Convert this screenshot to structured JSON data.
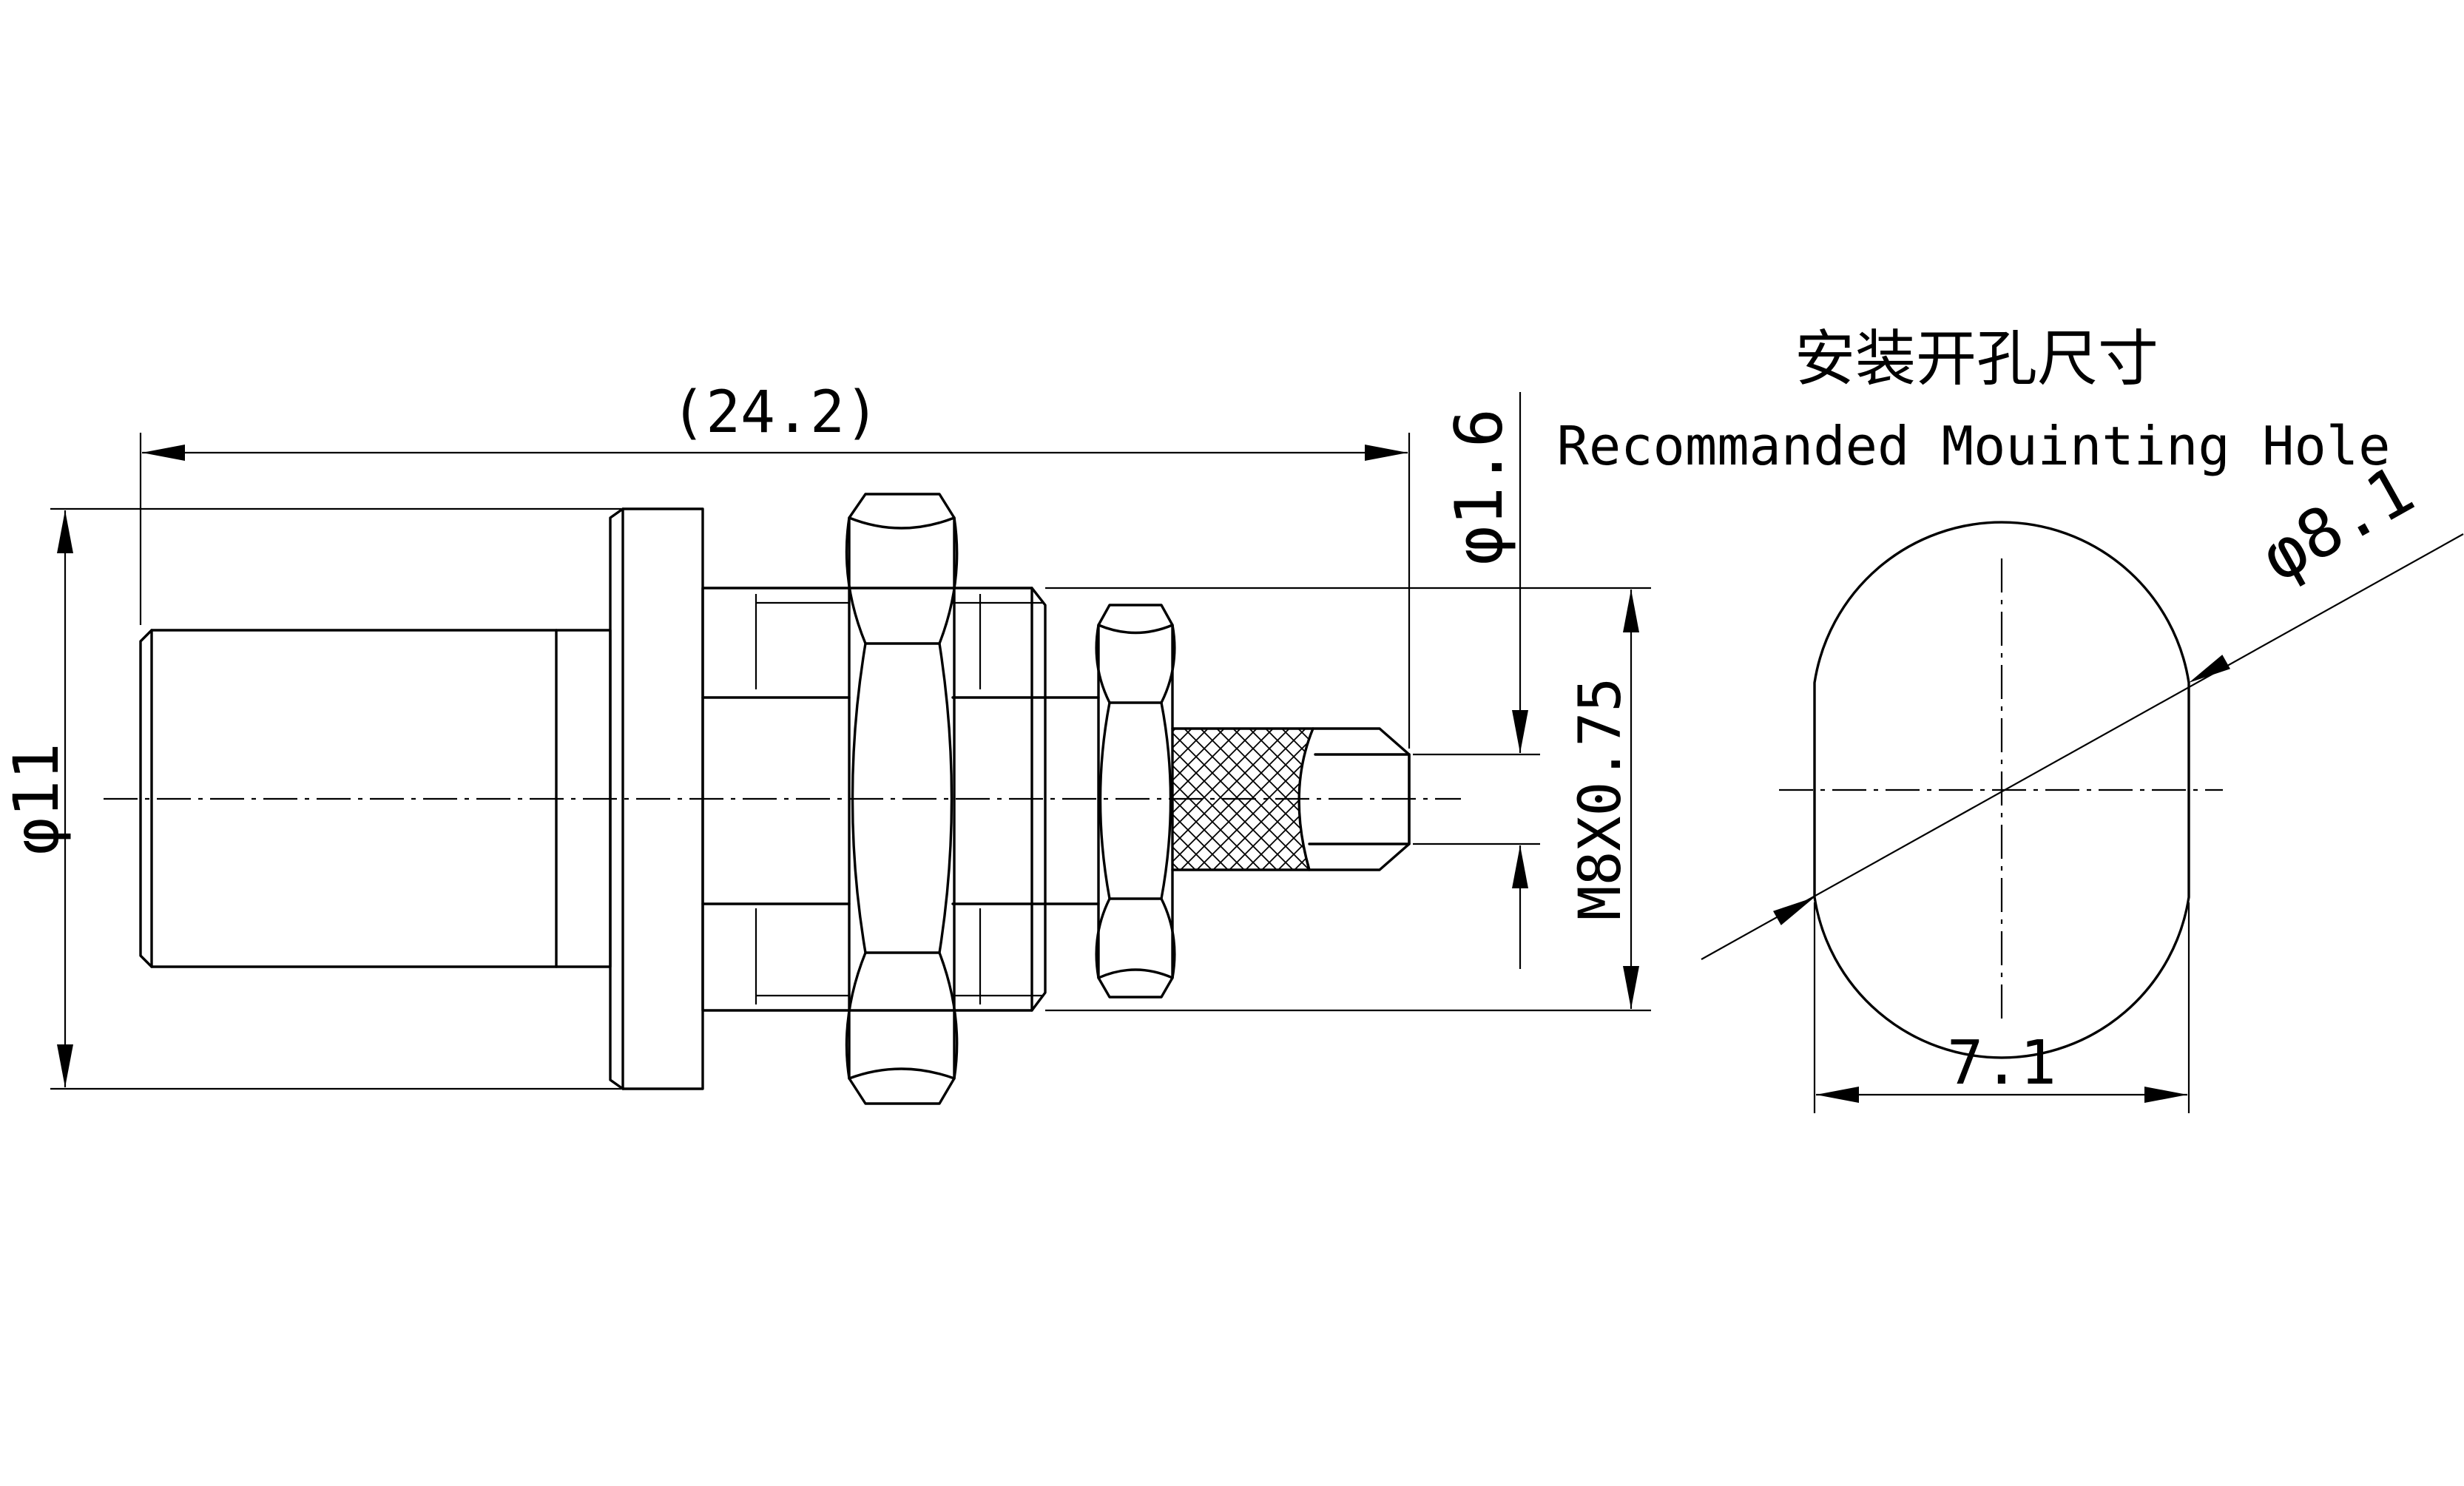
{
  "dimensions": {
    "overall_length": "(24.2)",
    "body_diameter": "φ11",
    "pin_diameter": "φ1.6",
    "thread": "M8X0.75",
    "hole_diameter": "φ8.1",
    "hole_flat_width": "7.1"
  },
  "mounting_hole": {
    "title_cn": "安装开孔尺寸",
    "title_en": "Recommanded Mouinting Hole"
  },
  "colors": {
    "line": "#000000",
    "background": "#ffffff"
  }
}
